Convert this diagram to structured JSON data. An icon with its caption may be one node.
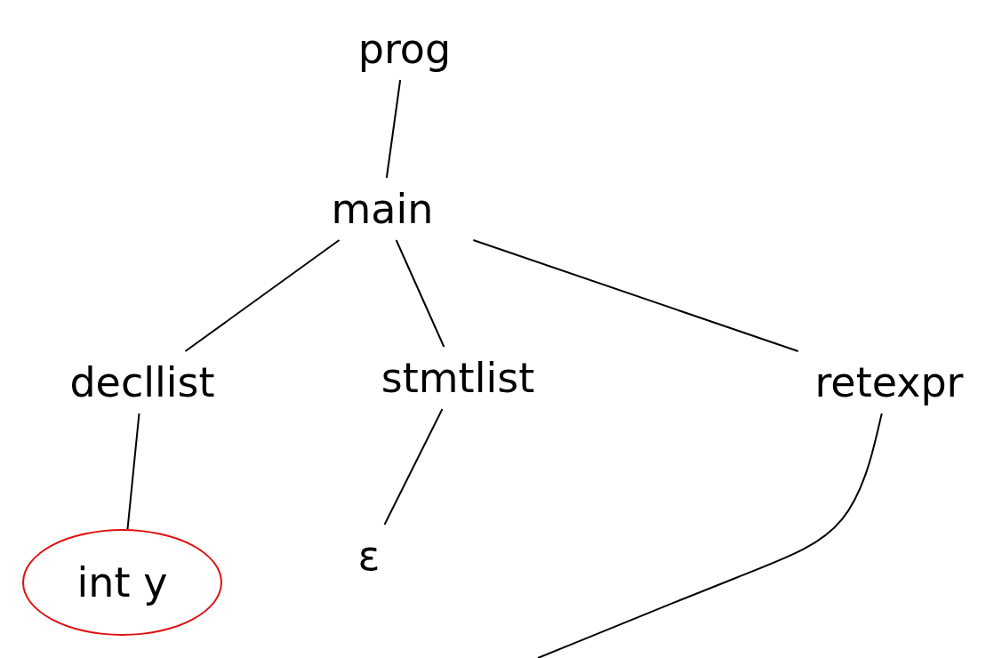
{
  "diagram": {
    "nodes": [
      {
        "text": [
          "prog"
        ]
      },
      {
        "text": [
          "main"
        ]
      },
      {
        "text": [
          "decllist"
        ]
      },
      {
        "text": [
          "stmtlist"
        ]
      },
      {
        "text": [
          "retexpr"
        ]
      },
      {
        "text": [
          "int y"
        ]
      },
      {
        "text": [
          "ε"
        ]
      }
    ],
    "edges": [
      {
        "from": 0,
        "to": 1,
        "arrow": "none"
      },
      {
        "from": 1,
        "to": 2,
        "arrow": "none"
      },
      {
        "from": 1,
        "to": 3,
        "arrow": "none"
      },
      {
        "from": 1,
        "to": 4,
        "arrow": "none"
      },
      {
        "from": 2,
        "to": 5,
        "arrow": "none"
      },
      {
        "from": 3,
        "to": 6,
        "arrow": "none"
      },
      {
        "from": 4,
        "to": null,
        "arrow": "none"
      }
    ]
  }
}
